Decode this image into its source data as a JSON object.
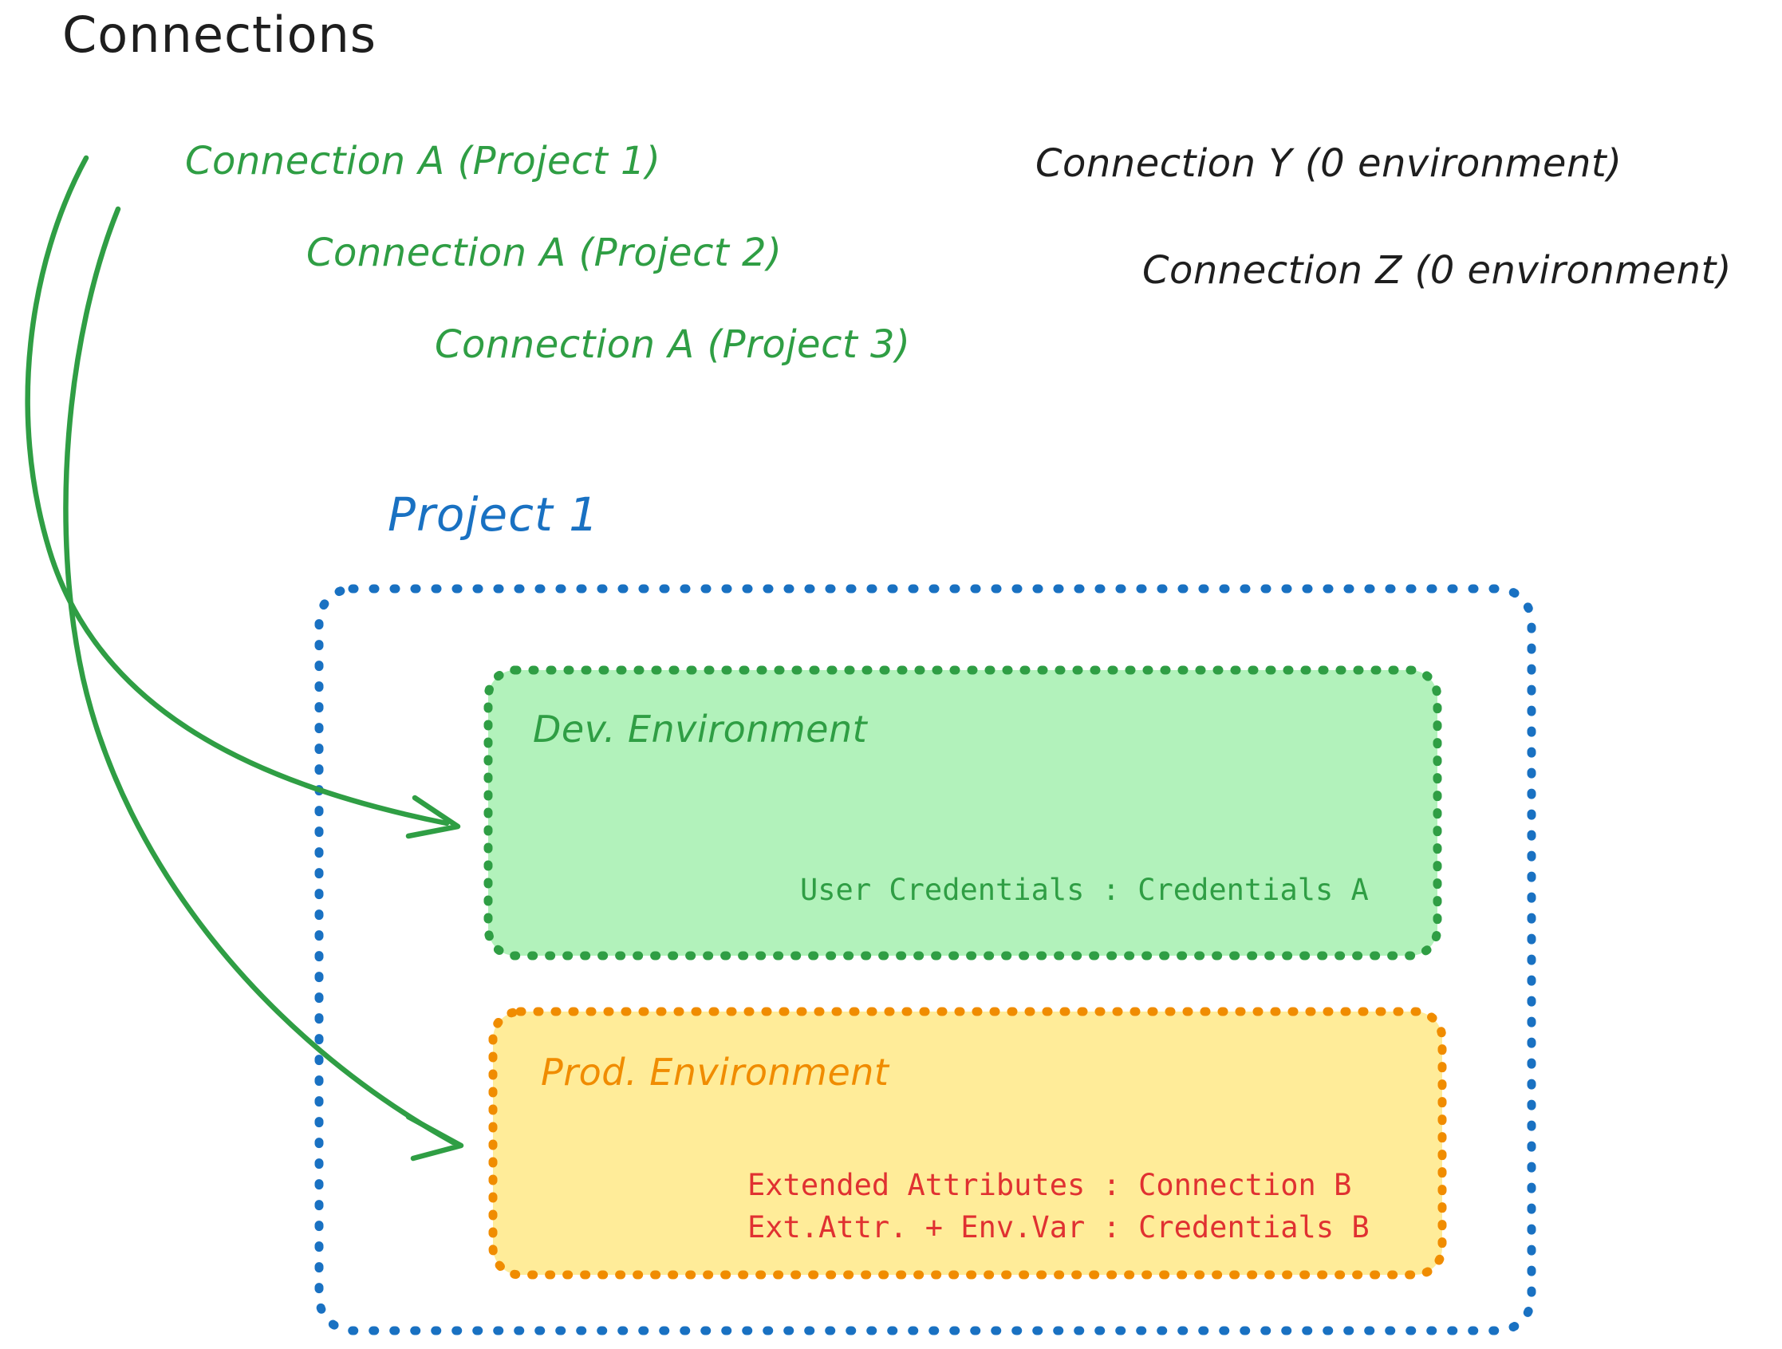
{
  "diagram": {
    "title": "Connections",
    "background": "#ffffff"
  },
  "colors": {
    "green_stroke": "#2f9e44",
    "green_fill": "#b2f2bb",
    "yellow_stroke": "#f08c00",
    "yellow_fill": "#ffec99",
    "blue_stroke": "#1971c2",
    "dark_stroke": "#1e1e1e",
    "gray_fill": "#ced4da",
    "red_text": "#e03131"
  },
  "connections": {
    "green": [
      {
        "label": "Connection A (Project 1)",
        "icon": "database-cylinder-icon",
        "color": "green"
      },
      {
        "label": "Connection A (Project 2)",
        "icon": "database-cylinder-icon",
        "color": "green"
      },
      {
        "label": "Connection A (Project 3)",
        "icon": "database-cylinder-icon",
        "color": "green"
      }
    ],
    "gray": [
      {
        "label": "Connection Y (0 environment)",
        "icon": "database-cylinder-icon",
        "color": "gray"
      },
      {
        "label": "Connection Z (0 environment)",
        "icon": "database-cylinder-icon",
        "color": "gray"
      }
    ]
  },
  "project": {
    "title": "Project 1",
    "environments": [
      {
        "name": "Dev. Environment",
        "color": "green",
        "entries": [
          "User Credentials : Credentials A"
        ]
      },
      {
        "name": "Prod. Environment",
        "color": "yellow",
        "entries": [
          "Extended Attributes : Connection B",
          "Ext.Attr. + Env.Var : Credentials B"
        ]
      }
    ]
  },
  "arrows": [
    {
      "name": "arrow-conn-a-to-dev-env",
      "from": "Connection A (Project 1)",
      "to": "Dev. Environment"
    },
    {
      "name": "arrow-conn-a-to-prod-env",
      "from": "Connection A (Project 1)",
      "to": "Prod. Environment"
    }
  ]
}
